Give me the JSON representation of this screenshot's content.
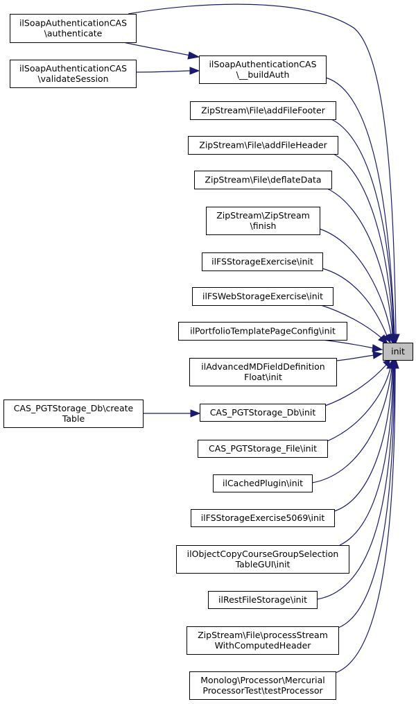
{
  "graph": {
    "type": "doxygen-caller-graph",
    "colors": {
      "edge": "#191970",
      "focus_fill": "#bfbfbf",
      "node_fill": "#ffffff",
      "border": "#000000"
    },
    "focus": {
      "id": "init",
      "lines": [
        "init"
      ]
    },
    "nodes": [
      {
        "id": "authenticate",
        "lines": [
          "ilSoapAuthenticationCAS",
          "\\authenticate"
        ]
      },
      {
        "id": "validateSession",
        "lines": [
          "ilSoapAuthenticationCAS",
          "\\validateSession"
        ]
      },
      {
        "id": "buildAuth",
        "lines": [
          "ilSoapAuthenticationCAS",
          "\\__buildAuth"
        ]
      },
      {
        "id": "addFileFooter",
        "lines": [
          "ZipStream\\File\\addFileFooter"
        ]
      },
      {
        "id": "addFileHeader",
        "lines": [
          "ZipStream\\File\\addFileHeader"
        ]
      },
      {
        "id": "deflateData",
        "lines": [
          "ZipStream\\File\\deflateData"
        ]
      },
      {
        "id": "finish",
        "lines": [
          "ZipStream\\ZipStream",
          "\\finish"
        ]
      },
      {
        "id": "fsStorageExercise",
        "lines": [
          "ilFSStorageExercise\\init"
        ]
      },
      {
        "id": "fsWebStorageExercise",
        "lines": [
          "ilFSWebStorageExercise\\init"
        ]
      },
      {
        "id": "portfolioTemplate",
        "lines": [
          "ilPortfolioTemplatePageConfig\\init"
        ]
      },
      {
        "id": "advancedMD",
        "lines": [
          "ilAdvancedMDFieldDefinition",
          "Float\\init"
        ]
      },
      {
        "id": "pgtDbInit",
        "lines": [
          "CAS_PGTStorage_Db\\init"
        ]
      },
      {
        "id": "createTable",
        "lines": [
          "CAS_PGTStorage_Db\\create",
          "Table"
        ]
      },
      {
        "id": "pgtFileInit",
        "lines": [
          "CAS_PGTStorage_File\\init"
        ]
      },
      {
        "id": "cachedPlugin",
        "lines": [
          "ilCachedPlugin\\init"
        ]
      },
      {
        "id": "fsStorageExercise5069",
        "lines": [
          "ilFSStorageExercise5069\\init"
        ]
      },
      {
        "id": "objectCopy",
        "lines": [
          "ilObjectCopyCourseGroupSelection",
          "TableGUI\\init"
        ]
      },
      {
        "id": "restFileStorage",
        "lines": [
          "ilRestFileStorage\\init"
        ]
      },
      {
        "id": "processStream",
        "lines": [
          "ZipStream\\File\\processStream",
          "WithComputedHeader"
        ]
      },
      {
        "id": "monolog",
        "lines": [
          "Monolog\\Processor\\Mercurial",
          "ProcessorTest\\testProcessor"
        ]
      }
    ],
    "edges": [
      {
        "from": "authenticate",
        "to": "init"
      },
      {
        "from": "authenticate",
        "to": "buildAuth"
      },
      {
        "from": "validateSession",
        "to": "buildAuth"
      },
      {
        "from": "buildAuth",
        "to": "init"
      },
      {
        "from": "addFileFooter",
        "to": "init"
      },
      {
        "from": "addFileHeader",
        "to": "init"
      },
      {
        "from": "deflateData",
        "to": "init"
      },
      {
        "from": "finish",
        "to": "init"
      },
      {
        "from": "fsStorageExercise",
        "to": "init"
      },
      {
        "from": "fsWebStorageExercise",
        "to": "init"
      },
      {
        "from": "portfolioTemplate",
        "to": "init"
      },
      {
        "from": "advancedMD",
        "to": "init"
      },
      {
        "from": "createTable",
        "to": "pgtDbInit"
      },
      {
        "from": "pgtDbInit",
        "to": "init"
      },
      {
        "from": "pgtFileInit",
        "to": "init"
      },
      {
        "from": "cachedPlugin",
        "to": "init"
      },
      {
        "from": "fsStorageExercise5069",
        "to": "init"
      },
      {
        "from": "objectCopy",
        "to": "init"
      },
      {
        "from": "restFileStorage",
        "to": "init"
      },
      {
        "from": "processStream",
        "to": "init"
      },
      {
        "from": "monolog",
        "to": "init"
      }
    ]
  }
}
